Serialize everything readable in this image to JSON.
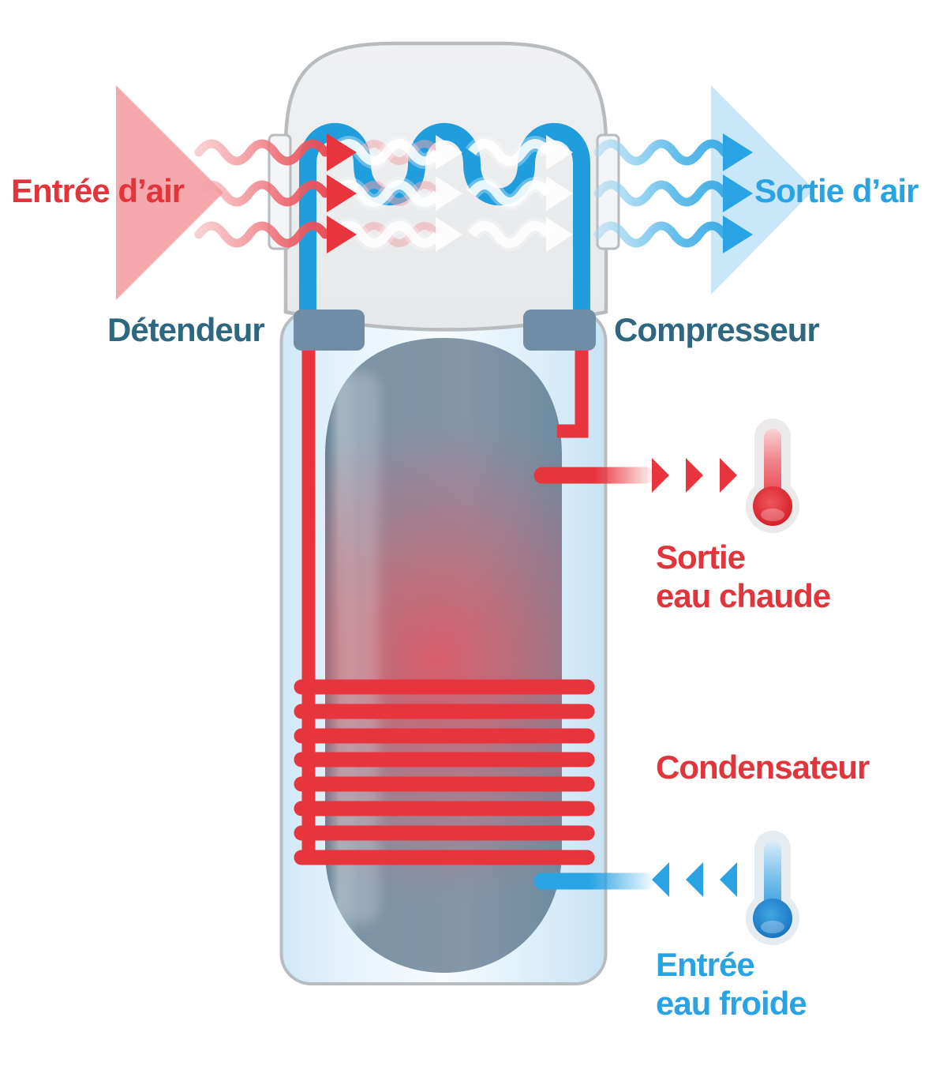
{
  "diagram_type": "thermodynamic-water-heater-schematic",
  "labels": {
    "air_in": "Entrée d’air",
    "air_out": "Sortie d’air",
    "expansion_valve": "Détendeur",
    "compressor": "Compresseur",
    "hot_water_line1": "Sortie",
    "hot_water_line2": "eau chaude",
    "condenser": "Condensateur",
    "cold_water_line1": "Entrée",
    "cold_water_line2": "eau froide"
  },
  "icons": {
    "hot_thermometer": "red-thermometer-glyph",
    "cold_thermometer": "blue-thermometer-glyph",
    "air_in_arrows": "three-red-wavy-arrows-right",
    "air_out_arrows": "three-blue-wavy-arrows-right",
    "hot_flow_arrows": "three-red-triangles-right",
    "cold_flow_arrows": "three-blue-triangles-left"
  },
  "colors": {
    "hot_red": "#e8353d",
    "label_red": "#e2353b",
    "cool_blue": "#29a3e3",
    "coil_blue": "#1f9ddd",
    "dark_label": "#2e6780",
    "steel_box": "#6f8ea5",
    "tank_steel": "#7b93a6",
    "jacket_blue": "#d8ecf9",
    "dome_gray": "#ebeced",
    "outline_gray": "#b9bcbf",
    "pink_triangle": "#f5a9ad",
    "light_blue_triangle": "#c9e7f8"
  }
}
